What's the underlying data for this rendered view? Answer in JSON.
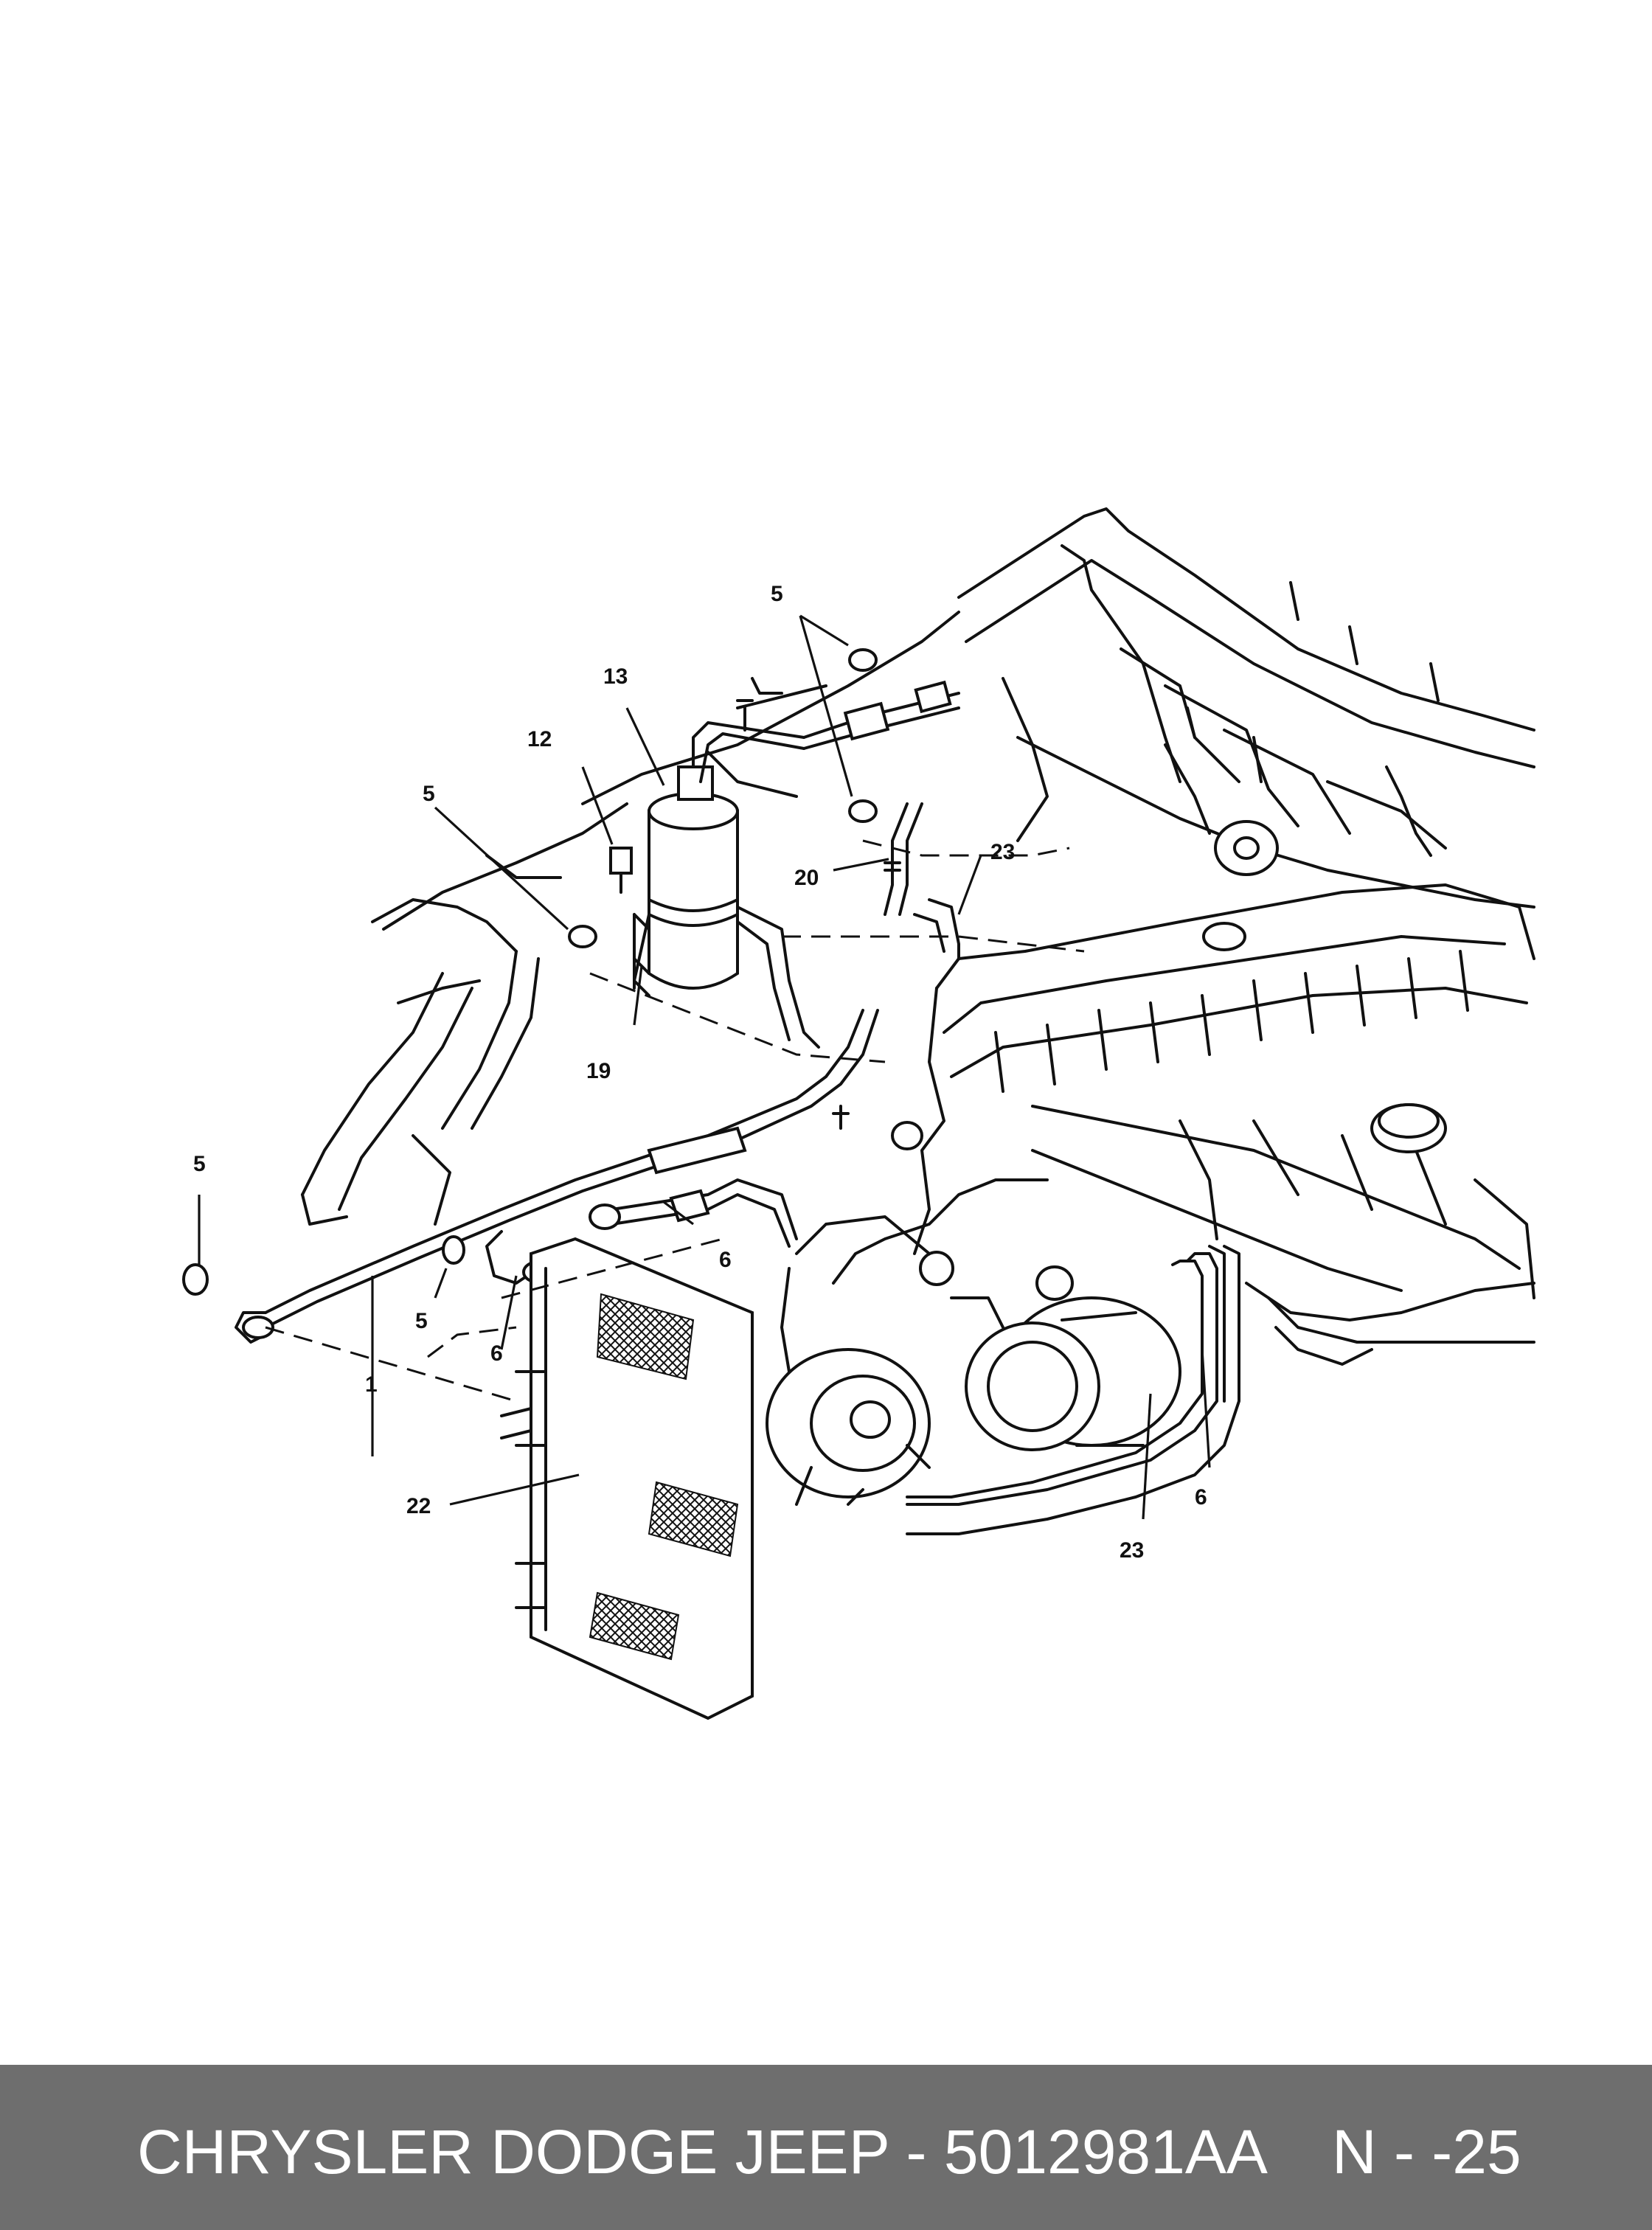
{
  "footer": {
    "title": "CHRYSLER DODGE JEEP - 5012981AA",
    "page": "N - -25"
  },
  "callouts": {
    "c1": "1",
    "c5a": "5",
    "c5b": "5",
    "c5c": "5",
    "c5d": "5",
    "c6a": "6",
    "c6b": "6",
    "c6c": "6",
    "c12": "12",
    "c13": "13",
    "c19": "19",
    "c20": "20",
    "c22": "22",
    "c23a": "23",
    "c23b": "23"
  }
}
